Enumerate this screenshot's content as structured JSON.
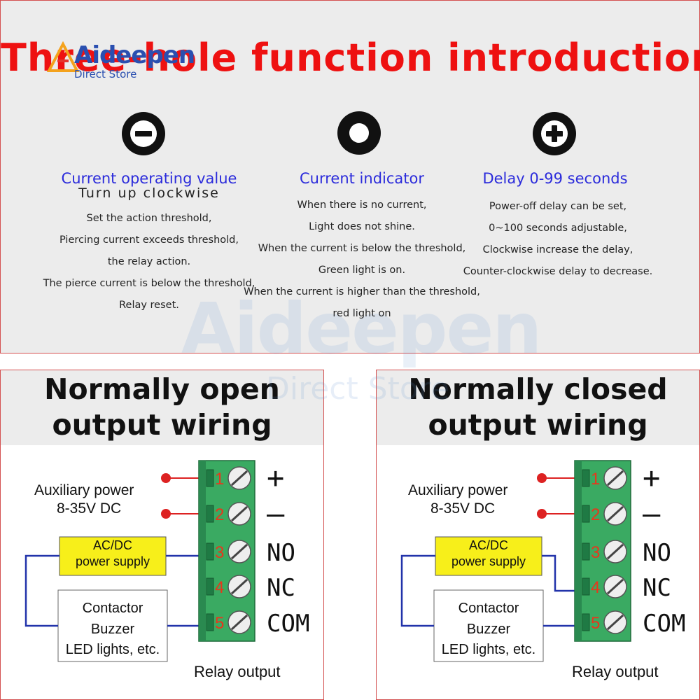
{
  "header": {
    "title": "Three-hole function introduction",
    "logo": {
      "brand": "Aideepen",
      "sub": "Direct Store"
    }
  },
  "knobs": [
    {
      "icon": "minus-icon",
      "title": "Current operating value",
      "subtitle": "Turn up clockwise",
      "lines": [
        "Set the action threshold,",
        "Piercing current exceeds threshold,",
        "the relay action.",
        "The pierce current is below the threshold,",
        "Relay reset."
      ]
    },
    {
      "icon": "ring-icon",
      "title": "Current indicator",
      "subtitle": "",
      "lines": [
        "When there is no current,",
        "Light does not shine.",
        "When the current is below the threshold,",
        "Green light is on.",
        "When the current is higher than the threshold,",
        "red light on"
      ]
    },
    {
      "icon": "plus-icon",
      "title": "Delay 0-99 seconds",
      "subtitle": "",
      "lines": [
        "Power-off delay can be set,",
        "0~100 seconds adjustable,",
        "Clockwise increase the delay,",
        "Counter-clockwise delay to decrease."
      ]
    }
  ],
  "watermark": {
    "brand": "Aideepen",
    "sub": "Direct Store"
  },
  "wiring": [
    {
      "title_line1": "Normally open",
      "title_line2": "output wiring",
      "aux_label_line1": "Auxiliary power",
      "aux_label_line2": "8-35V DC",
      "supply_line1": "AC/DC",
      "supply_line2": "power supply",
      "load_line1": "Contactor",
      "load_line2": "Buzzer",
      "load_line3": "LED lights, etc.",
      "terminals": [
        "1",
        "2",
        "3",
        "4",
        "5"
      ],
      "terminal_labels": [
        "+",
        "—",
        "NO",
        "NC",
        "COM"
      ],
      "footer": "Relay output",
      "supply_to_terminal": "NO"
    },
    {
      "title_line1": "Normally closed",
      "title_line2": "output wiring",
      "aux_label_line1": "Auxiliary power",
      "aux_label_line2": "8-35V DC",
      "supply_line1": "AC/DC",
      "supply_line2": "power supply",
      "load_line1": "Contactor",
      "load_line2": "Buzzer",
      "load_line3": "LED lights, etc.",
      "terminals": [
        "1",
        "2",
        "3",
        "4",
        "5"
      ],
      "terminal_labels": [
        "+",
        "—",
        "NO",
        "NC",
        "COM"
      ],
      "footer": "Relay output",
      "supply_to_terminal": "NC"
    }
  ],
  "colors": {
    "title_red": "#ee1111",
    "accent_blue": "#2b2bdb",
    "wire_blue": "#2233aa",
    "wire_red": "#dd2222",
    "terminal_green": "#3aaa62",
    "supply_yellow": "#f7ef1a"
  }
}
